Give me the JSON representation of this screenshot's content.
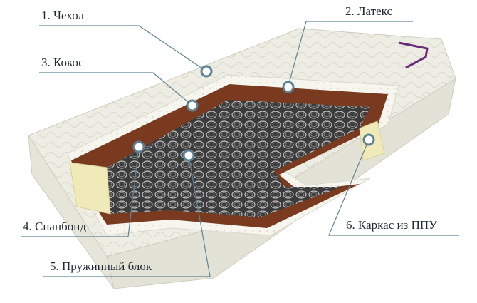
{
  "labels": [
    {
      "key": "cover",
      "text": "1. Чехол"
    },
    {
      "key": "latex",
      "text": "2. Латекс"
    },
    {
      "key": "coir",
      "text": "3. Кокос"
    },
    {
      "key": "spunbond",
      "text": "4. Спанбонд"
    },
    {
      "key": "springs",
      "text": "5. Пружинный блок"
    },
    {
      "key": "frame",
      "text": "6. Каркас из ППУ"
    }
  ],
  "colors": {
    "line": "#5d8296",
    "text": "#1f2a35",
    "quilt": "#eeede4",
    "latex": "#f6f5ee",
    "coir": "#7a3a20",
    "foam": "#f0e9b8",
    "springs": "#3a3a3a",
    "accent": "#6a2a7a"
  }
}
